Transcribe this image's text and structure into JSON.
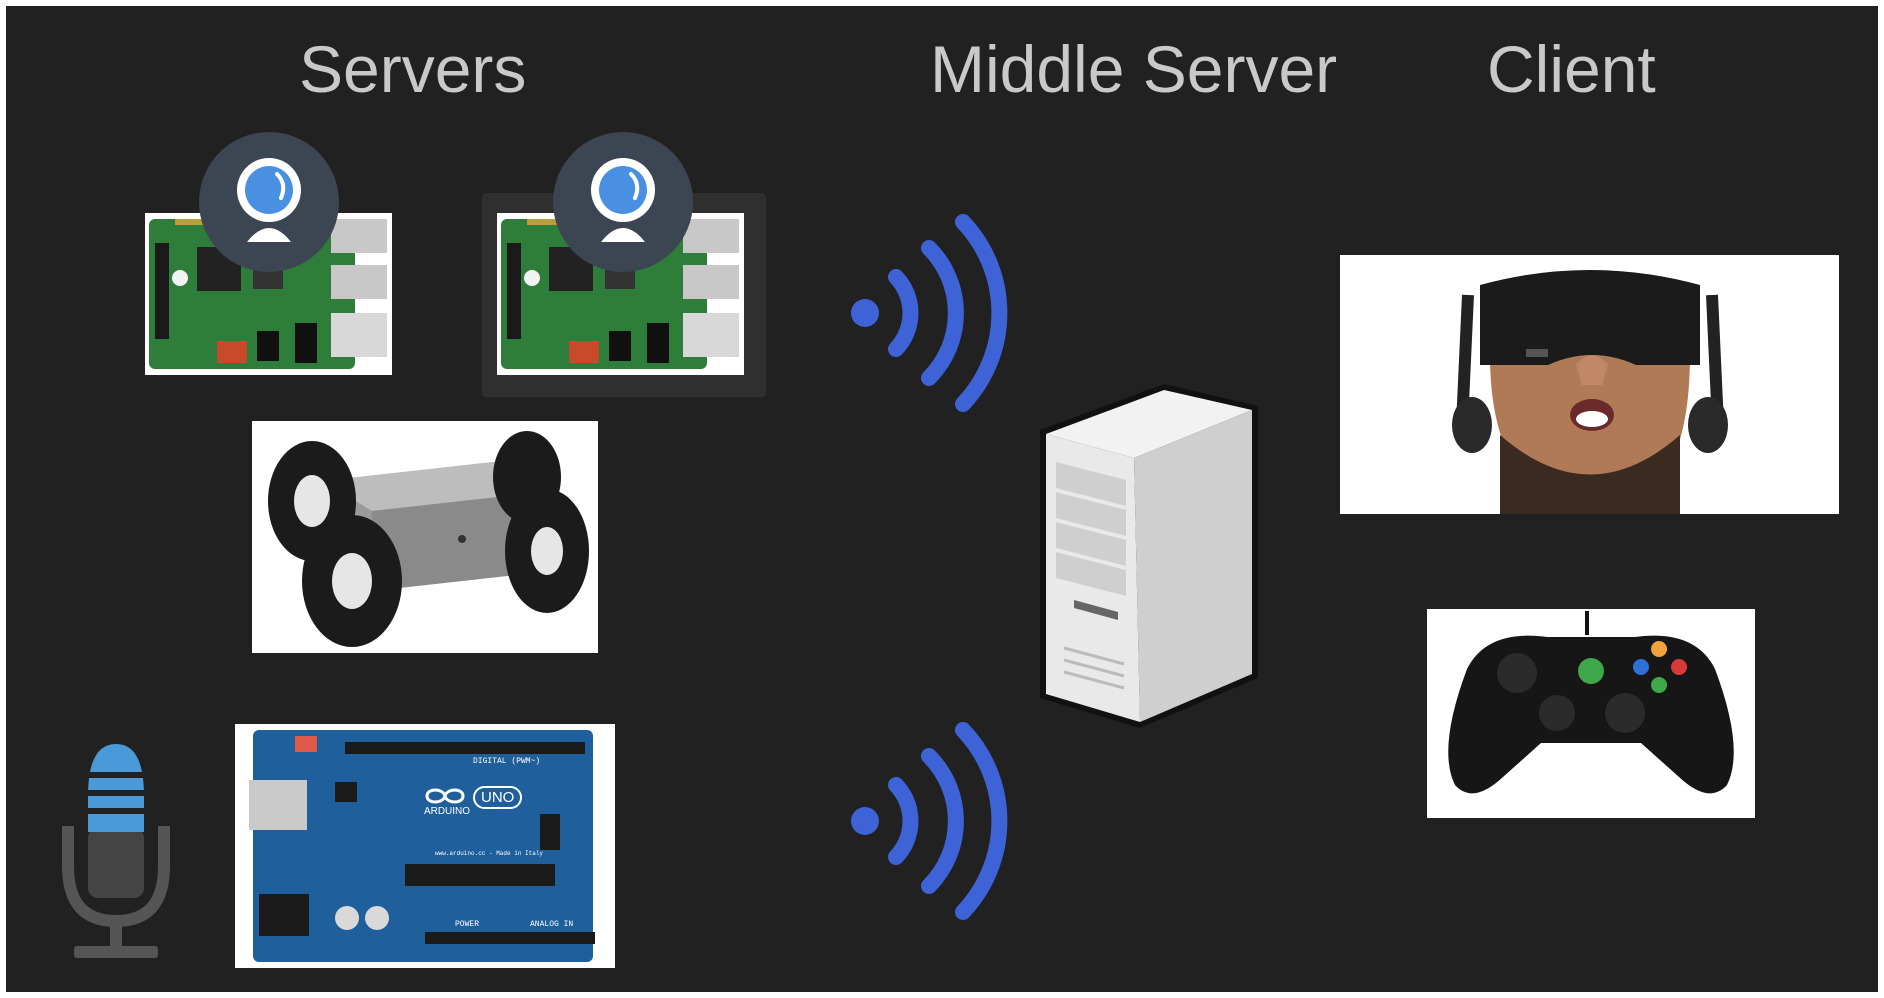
{
  "headings": {
    "servers": "Servers",
    "middle_server": "Middle Server",
    "client": "Client"
  },
  "icons": {
    "webcam_1": "webcam-icon",
    "webcam_2": "webcam-icon",
    "raspberry_pi_1": "raspberry-pi-board",
    "raspberry_pi_2": "raspberry-pi-board",
    "robot_rover": "robot-rover-chassis",
    "microphone": "microphone-icon",
    "arduino": "arduino-uno-board",
    "wifi_top": "wifi-signal-icon",
    "wifi_bottom": "wifi-signal-icon",
    "server_tower": "server-tower-icon",
    "vr_headset": "vr-headset-photo",
    "game_controller": "game-controller-photo"
  },
  "arduino_board": {
    "logo_text": "ARDUINO",
    "model_text": "UNO",
    "header_digital": "DIGITAL (PWM~)",
    "header_power": "POWER",
    "header_analog": "ANALOG IN",
    "footer_text": "www.arduino.cc - Made in Italy"
  },
  "colors": {
    "background": "#212121",
    "heading_text": "#c9c9c9",
    "wifi_blue": "#3d63d6",
    "webcam_blue": "#4a90e2",
    "pcb_green": "#2f7d3b",
    "arduino_blue": "#1f5f9c",
    "mic_blue": "#4a9ad9"
  }
}
